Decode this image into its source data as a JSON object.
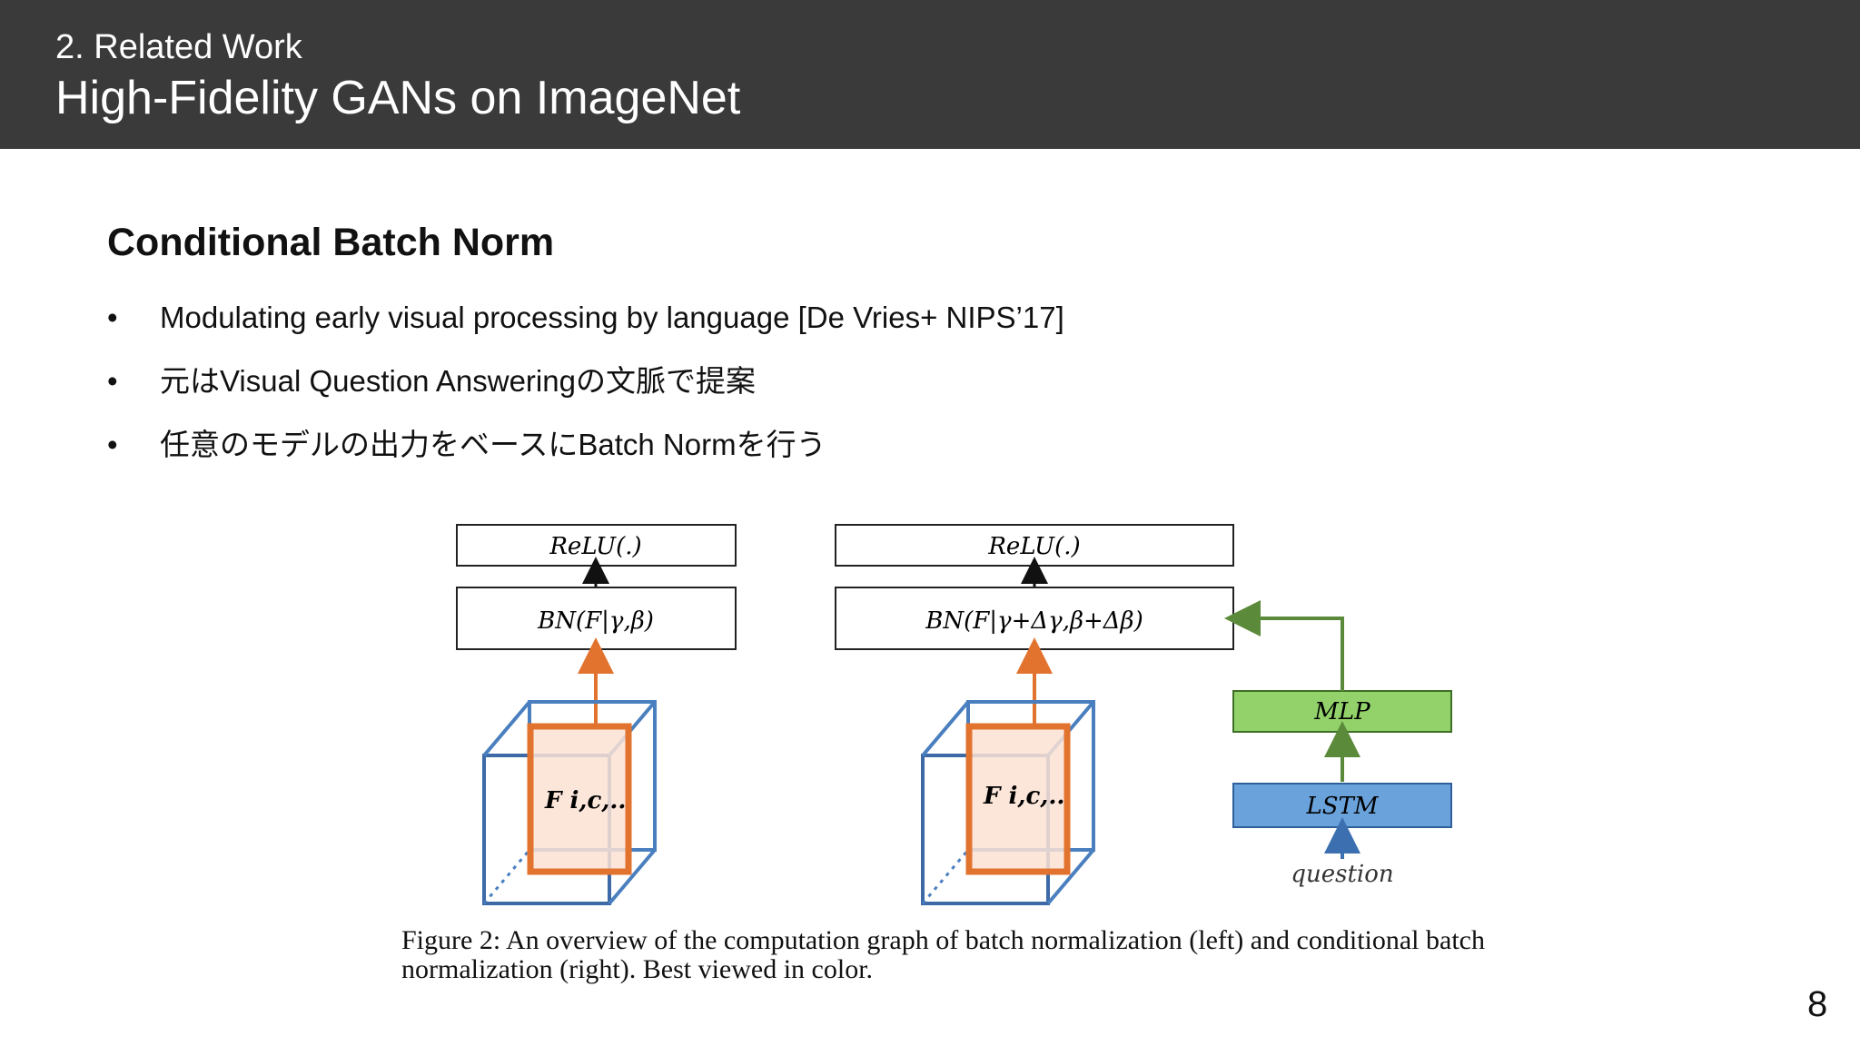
{
  "header": {
    "section": "2. Related Work",
    "title": "High-Fidelity GANs on ImageNet"
  },
  "slide": {
    "heading": "Conditional Batch Norm",
    "bullet_char": "•",
    "bullets": [
      "Modulating early visual processing by language [De Vries+ NIPS’17]",
      "元はVisual Question Answeringの文脈で提案",
      "任意のモデルの出力をベースにBatch Normを行う"
    ]
  },
  "figure": {
    "left": {
      "relu_label": "ReLU(.)",
      "bn_label": "BN(F|γ,β)",
      "feature_label": "F i,c,.."
    },
    "right": {
      "relu_label": "ReLU(.)",
      "bn_label": "BN(F|γ+Δγ,β+Δβ)",
      "feature_label": "F i,c,..",
      "mlp_label": "MLP",
      "lstm_label": "LSTM",
      "input_label": "question"
    },
    "colors": {
      "orange": "#e2732f",
      "blue": "#4a7fbf",
      "green": "#5b8a3a",
      "mlp_fill": "#93d26a",
      "lstm_fill": "#6aa3dc"
    },
    "caption": "Figure 2: An overview of the computation graph of batch normalization (left) and conditional batch normalization (right). Best viewed in color."
  },
  "page_number": "8"
}
